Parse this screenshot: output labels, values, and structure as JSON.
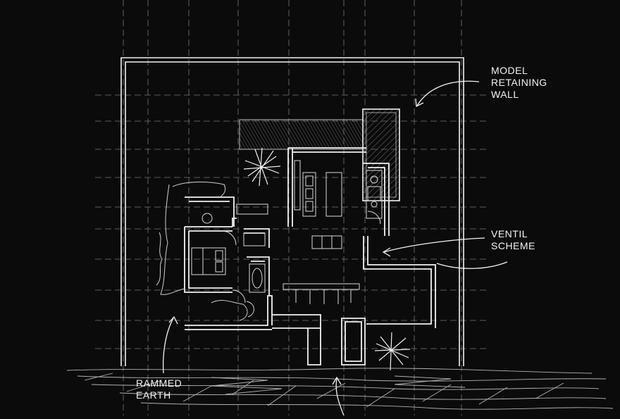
{
  "annotations": {
    "model_retaining_wall": [
      "MODEL",
      "RETAINING",
      "WALL"
    ],
    "ventil_scheme": [
      "VENTIL",
      "SCHEME"
    ],
    "rammed_earth": [
      "RAMMED",
      "EARTH"
    ]
  },
  "colors": {
    "background": "#0b0b0b",
    "line": "#f2f2f2",
    "grid": "#9a9a9a",
    "hatch": "#6e6e6e"
  },
  "icons": [
    "tree-symbol",
    "annotation-arrow",
    "bed-symbol",
    "sofa-symbol",
    "dining-table-symbol"
  ]
}
